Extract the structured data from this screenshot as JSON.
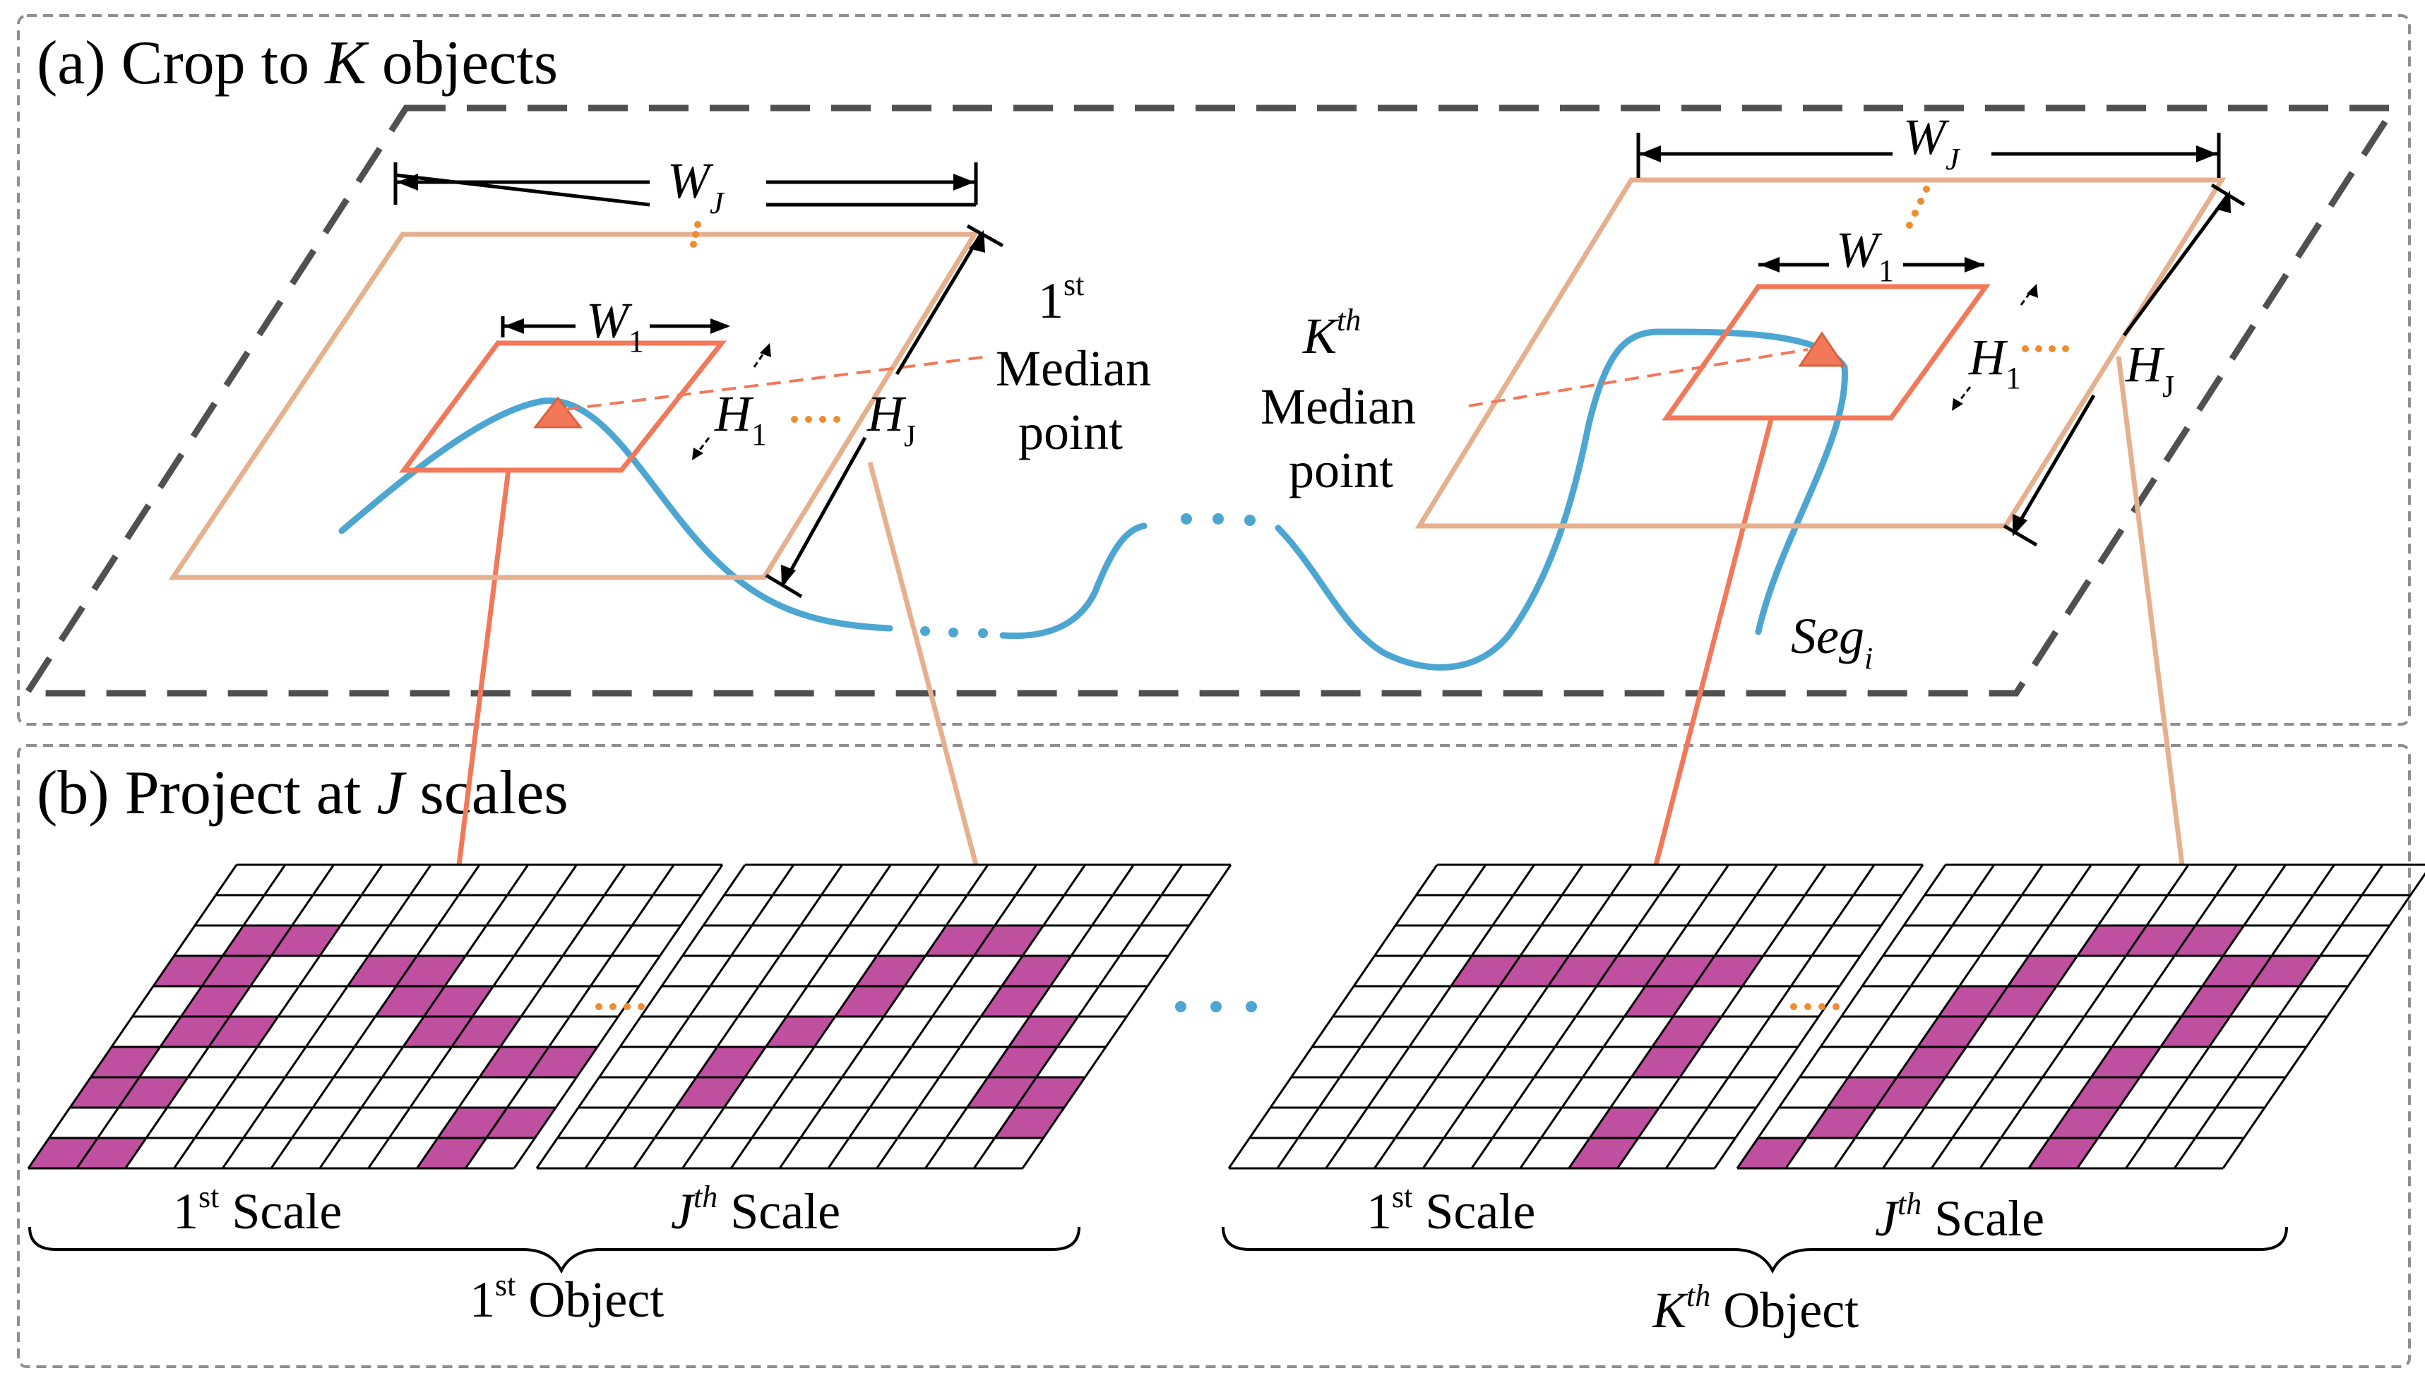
{
  "panel_a": {
    "prefix": "(a) Crop to ",
    "var": "K",
    "suffix": " objects",
    "first_median_sup": "st",
    "first_median_num": "1",
    "median_line1": "Median",
    "median_line2": "point",
    "kth_var": "K",
    "kth_sup": "th",
    "seg_var": "Seg",
    "seg_sub": "i"
  },
  "panel_b": {
    "prefix": "(b) Project at ",
    "var": "J",
    "suffix": " scales"
  },
  "dims": {
    "W": "W",
    "H": "H",
    "sub_1": "1",
    "sub_J_italic": "J",
    "sub_J_upright": "J"
  },
  "bottom": {
    "num_1": "1",
    "st": "st",
    "scale": " Scale",
    "j_var": "J",
    "th": "th",
    "object": " Object",
    "k_var": "K"
  },
  "colors": {
    "dash": "#505050",
    "outer_frame": "#e6b08e",
    "inner_frame": "#f2785a",
    "curve": "#4da6d1",
    "fill": "#bf4f9f",
    "dots_orange": "#f08c30"
  }
}
